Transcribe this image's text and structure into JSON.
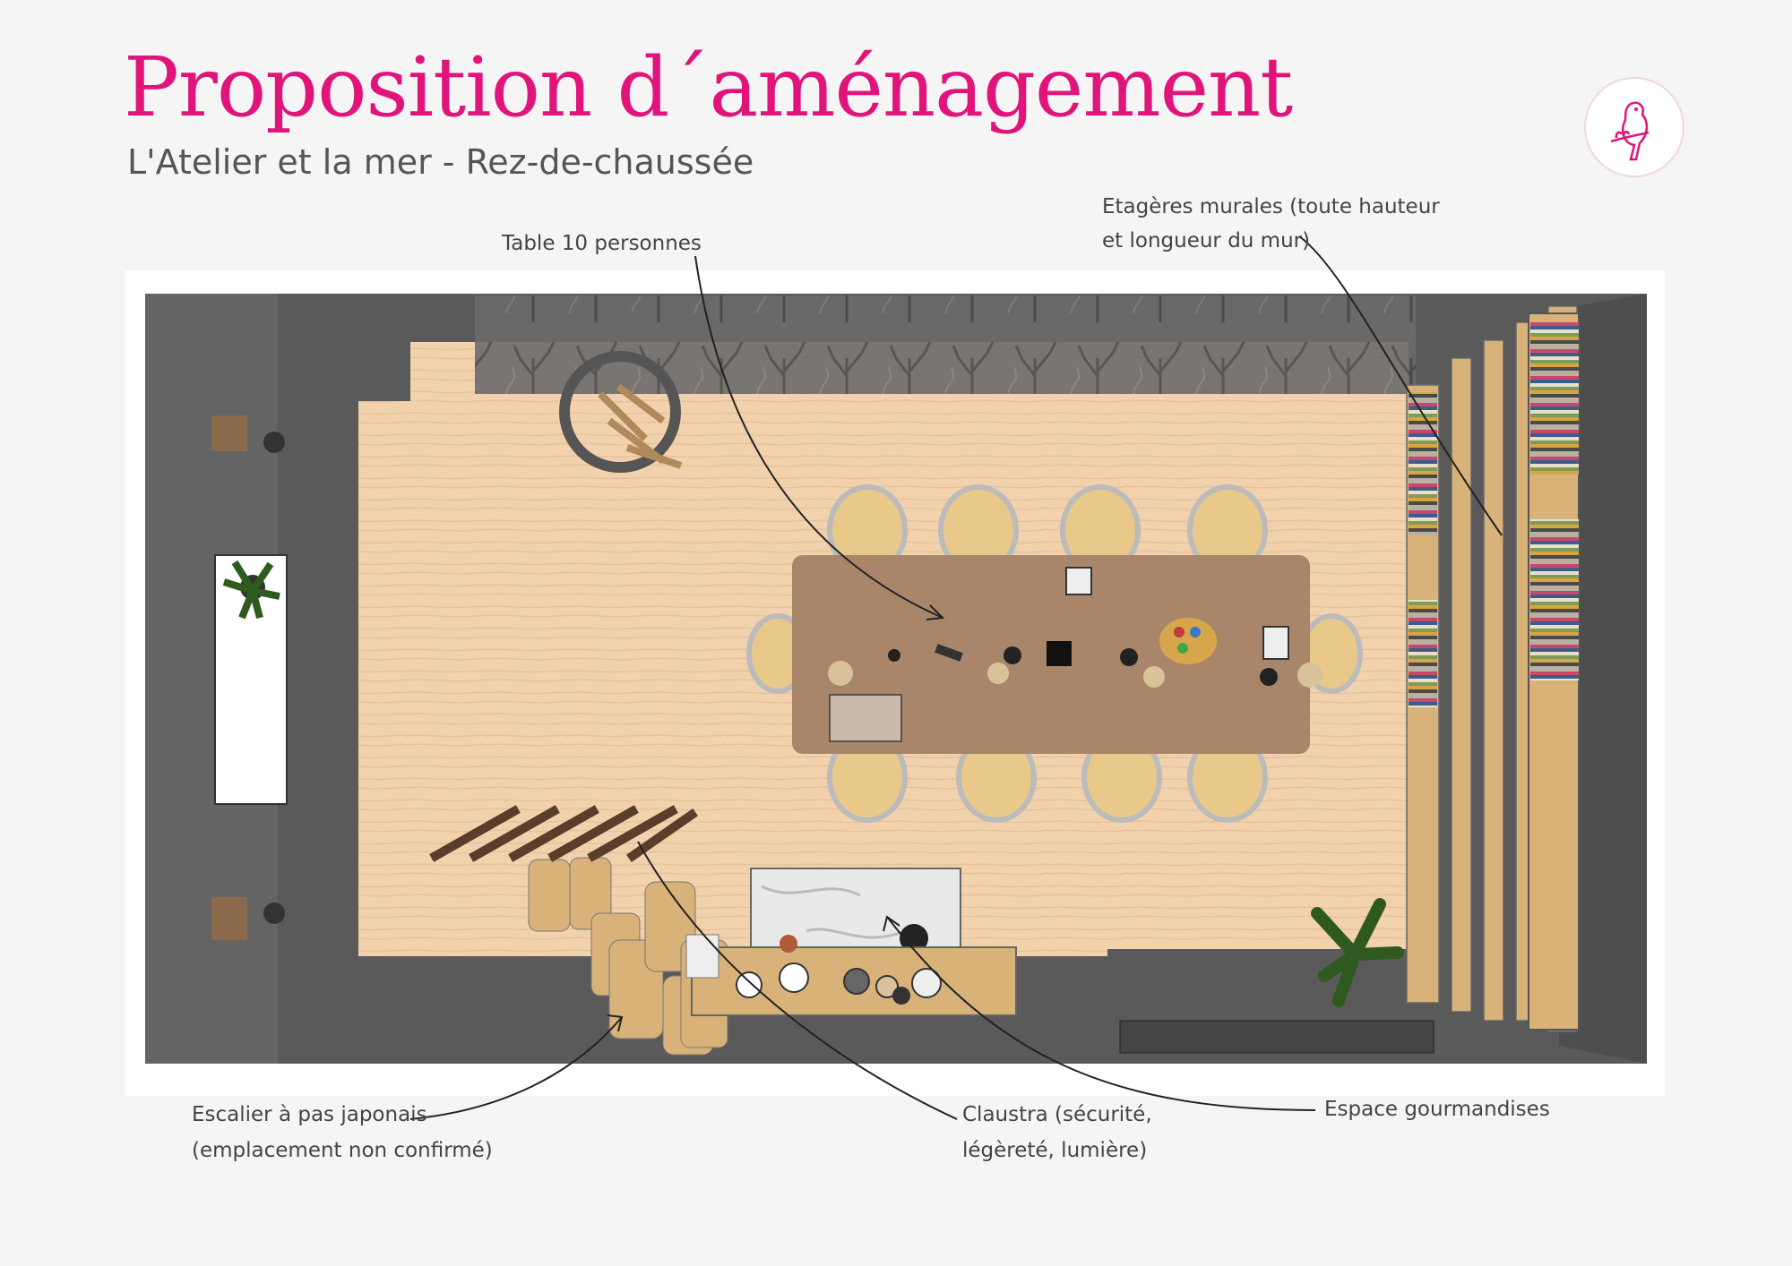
{
  "header": {
    "title": "Proposition d´aménagement",
    "subtitle": "L'Atelier et la mer - Rez-de-chaussée"
  },
  "annotations": {
    "table": "Table 10 personnes",
    "shelves_line1": "Etagères murales (toute hauteur",
    "shelves_line2": "et longueur du mur)",
    "stairs_line1": "Escalier à pas japonais",
    "stairs_line2": "(emplacement non confirmé)",
    "claustra_line1": "Claustra (sécurité,",
    "claustra_line2": "légèreté, lumière)",
    "snack": "Espace gourmandises"
  },
  "colors": {
    "title": "#e0147a",
    "wall": "#5a5a5a",
    "floor": "#f1d2ad",
    "table": "#a9866a",
    "wood": "#d9b27a",
    "logo": "#e0147a",
    "leader_line": "#222222"
  },
  "icons": {
    "logo": "bird-icon"
  }
}
